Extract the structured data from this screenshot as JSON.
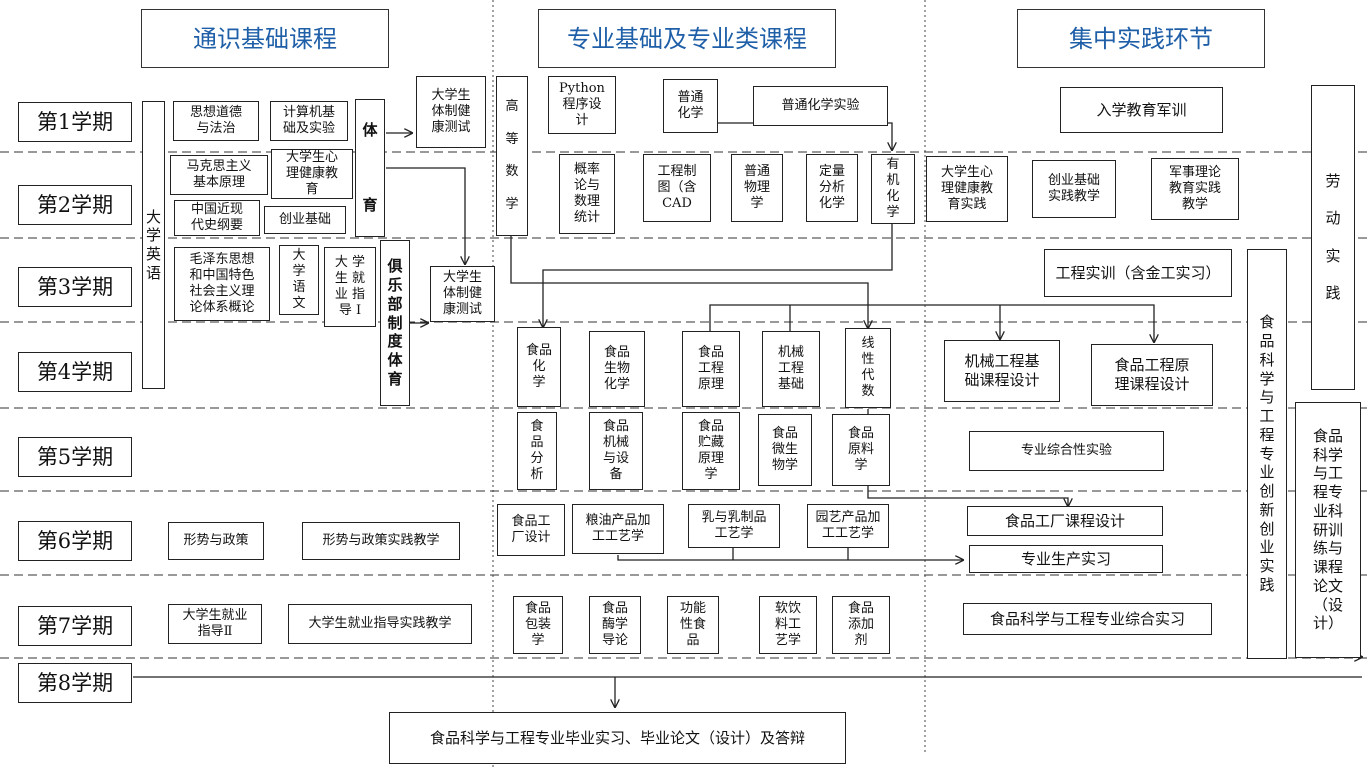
{
  "headers": {
    "general": "通识基础课程",
    "professional": "专业基础及专业类课程",
    "practice": "集中实践环节"
  },
  "semesters": [
    "第1学期",
    "第2学期",
    "第3学期",
    "第4学期",
    "第5学期",
    "第6学期",
    "第7学期",
    "第8学期"
  ],
  "general": {
    "college_english": "大\n学\n英\n语",
    "ideology_law": "思想道德\n与法治",
    "computer_basics": "计算机基\n础及实验",
    "pe": "体\n\n\n\n育",
    "fitness_test_1": "大学生\n体制健\n康测试",
    "marxism": "马克思主义\n基本原理",
    "mental_health": "大学生心\n理健康教\n育",
    "modern_history": "中国近现\n代史纲要",
    "entrepreneurship": "创业基础",
    "mao_theory": "毛泽东思想\n和中国特色\n社会主义理\n论体系概论",
    "college_chinese": "大\n学\n语\n文",
    "career_guide_1": "大 学\n生 就\n业 指\n导 Ⅰ",
    "club_pe": "俱\n乐\n部\n制\n度\n体\n育",
    "fitness_test_2": "大学生\n体制健\n康测试",
    "situation_policy": "形势与政策",
    "situation_policy_practice": "形势与政策实践教学",
    "career_guide_2": "大学生就业\n指导Ⅱ",
    "career_guide_practice": "大学生就业指导实践教学"
  },
  "professional": {
    "advanced_math": "高\n\n等\n\n数\n\n学",
    "python": "Python\n程序设\n计",
    "general_chemistry": "普通\n化学",
    "general_chemistry_lab": "普通化学实验",
    "probability": "概率\n论与\n数理\n统计",
    "engineering_drawing": "工程制\n图（含\nCAD",
    "general_physics": "普通\n物理\n学",
    "quant_analysis": "定量\n分析\n化学",
    "organic_chemistry": "有\n机\n化\n学",
    "food_chemistry": "食品\n化\n学",
    "food_biochemistry": "食品\n生物\n化学",
    "food_engineering_principles": "食品\n工程\n原理",
    "mechanical_engineering": "机械\n工程\n基础",
    "linear_algebra": "线\n性\n代\n数",
    "food_analysis": "食\n品\n分\n析",
    "food_machinery": "食品\n机械\n与设\n备",
    "food_storage": "食品\n贮藏\n原理\n学",
    "food_microbiology": "食品\n微生\n物学",
    "food_materials": "食品\n原料\n学",
    "food_factory_design": "食品工\n厂设计",
    "grain_oil_processing": "粮油产品加\n工工艺学",
    "dairy_processing": "乳与乳制品\n工艺学",
    "horticultural_processing": "园艺产品加\n工工艺学",
    "food_packaging": "食品\n包装\n学",
    "food_enzymology": "食品\n酶学\n导论",
    "functional_food": "功能\n性食\n品",
    "soft_drinks": "软饮\n料工\n艺学",
    "food_additives": "食品\n添加\n剂"
  },
  "practice": {
    "military_training": "入学教育军训",
    "mental_health_practice": "大学生心\n理健康教\n育实践",
    "entrepreneurship_practice": "创业基础\n实践教学",
    "military_theory_practice": "军事理论\n教育实践\n教学",
    "labor_practice": "劳\n\n动\n\n实\n\n践",
    "engineering_training": "工程实训（含金工实习）",
    "innovation_practice": "食\n品\n科\n学\n与\n工\n程\n专\n业\n创\n新\n创\n业\n实\n践",
    "mech_course_design": "机械工程基\n础课程设计",
    "food_eng_course_design": "食品工程原\n理课程设计",
    "comprehensive_experiment": "专业综合性实验",
    "research_training": "食品\n科学\n与工\n程专\n业科\n研训\n练与\n课程\n论文\n（设\n计）",
    "factory_course_design": "食品工厂课程设计",
    "production_internship": "专业生产实习",
    "comprehensive_internship": "食品科学与工程专业综合实习",
    "graduation": "食品科学与工程专业毕业实习、毕业论文（设计）及答辩"
  },
  "colors": {
    "header_text": "#1f5fa8",
    "line": "#222222"
  }
}
